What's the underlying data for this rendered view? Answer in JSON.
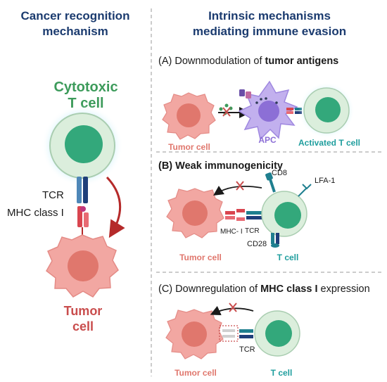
{
  "left_panel": {
    "title_line1": "Cancer recognition",
    "title_line2": "mechanism",
    "ctl_line1": "Cytotoxic",
    "ctl_line2": "T cell",
    "tcr_label": "TCR",
    "mhc_label": "MHC class I",
    "tumor_line1": "Tumor",
    "tumor_line2": "cell"
  },
  "right_panel": {
    "title_line1": "Intrinsic mechanisms",
    "title_line2": "mediating immune evasion",
    "panel_a": {
      "prefix": "(A) Downmodulation of ",
      "bold": "tumor  antigens",
      "tumor_cell": "Tumor cell",
      "apc": "APC",
      "activated": "Activated T cell"
    },
    "panel_b": {
      "title": "(B) Weak immunogenicity",
      "cd8": "CD8",
      "lfa1": "LFA-1",
      "mhc": "MHC- I",
      "tcr": "TCR",
      "cd28": "CD28",
      "tumor_cell": "Tumor cell",
      "t_cell": "T cell"
    },
    "panel_c": {
      "prefix": "(C) Downregulation of ",
      "bold": "MHC class I",
      "suffix": " expression",
      "tcr": "TCR",
      "tumor_cell": "Tumor cell",
      "t_cell": "T cell"
    }
  },
  "colors": {
    "navy": "#1b3b6f",
    "tumor": "#f2a7a2",
    "tumor_nucleus": "#e0776d",
    "tcell": "#cfe6d3",
    "tcell_nucleus": "#33a87b",
    "teal_receptor": "#1f7f8f",
    "mhc_red": "#d9454f",
    "apc_purple": "#c2b0ee",
    "arrow_red": "#b52a2a"
  }
}
